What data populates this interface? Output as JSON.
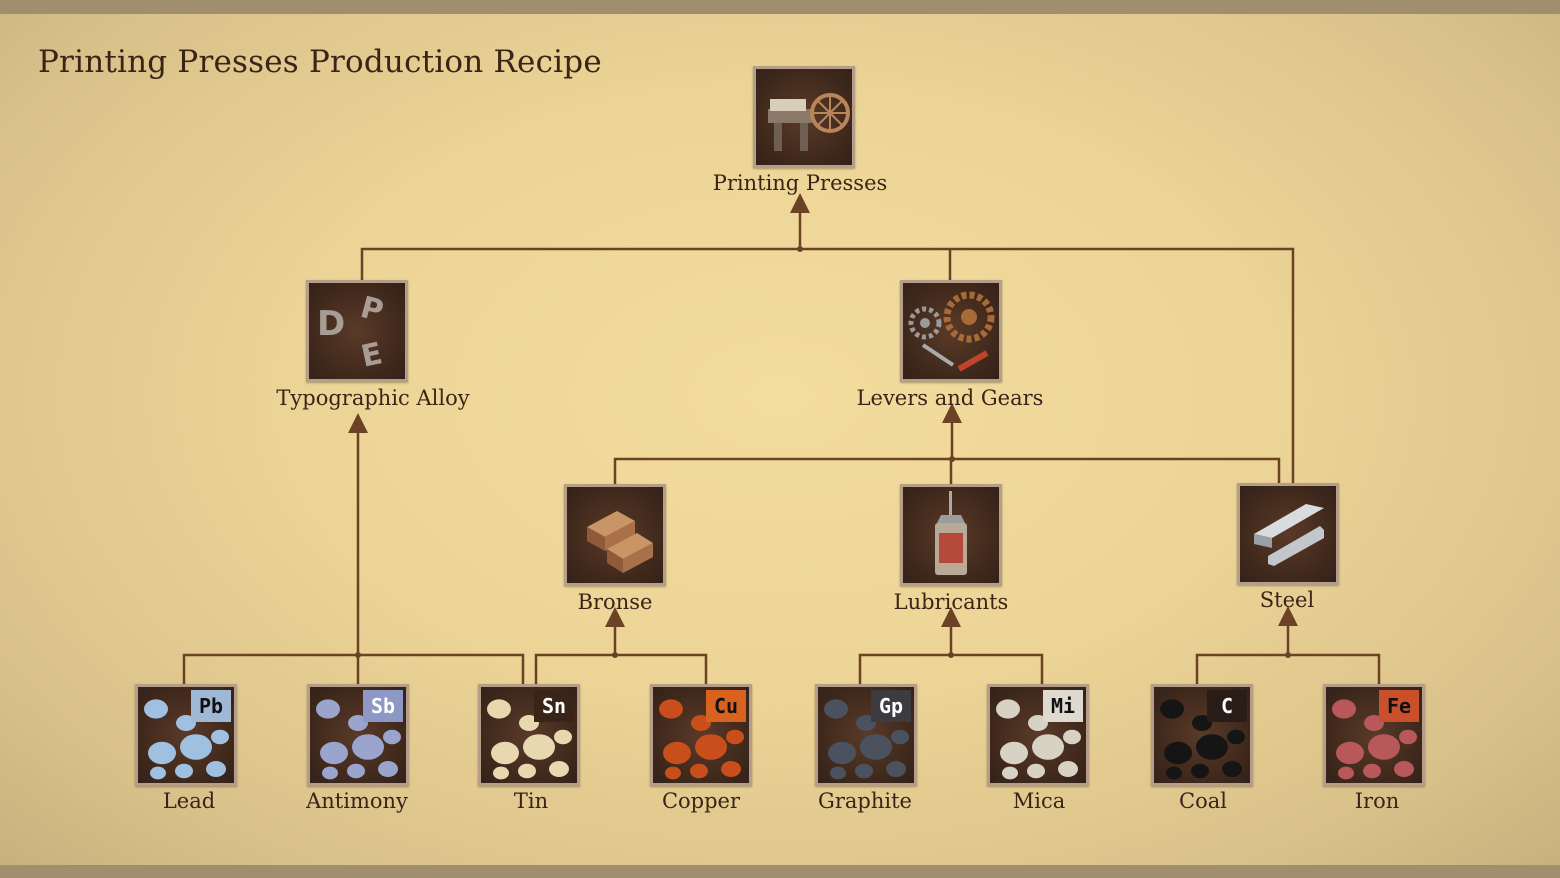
{
  "title": "Printing Presses Production Recipe",
  "line_color": "#6b4226",
  "nodes": {
    "printing_presses": {
      "label": "Printing Presses",
      "icon": "printing-press-icon"
    },
    "typographic_alloy": {
      "label": "Typographic Alloy",
      "icon": "type-letters-icon"
    },
    "levers_and_gears": {
      "label": "Levers and Gears",
      "icon": "gears-icon"
    },
    "bronse": {
      "label": "Bronse",
      "icon": "ingots-icon"
    },
    "lubricants": {
      "label": "Lubricants",
      "icon": "oil-can-icon"
    },
    "steel": {
      "label": "Steel",
      "icon": "steel-beams-icon"
    },
    "lead": {
      "label": "Lead",
      "symbol": "Pb",
      "color": "#9fb8d6"
    },
    "antimony": {
      "label": "Antimony",
      "symbol": "Sb",
      "color": "#8e98c4"
    },
    "tin": {
      "label": "Tin",
      "symbol": "Sn",
      "color": "#3a2418"
    },
    "copper": {
      "label": "Copper",
      "symbol": "Cu",
      "color": "#d9621f"
    },
    "graphite": {
      "label": "Graphite",
      "symbol": "Gp",
      "color": "#3b3b40"
    },
    "mica": {
      "label": "Mica",
      "symbol": "Mi",
      "color": "#dedad0"
    },
    "coal": {
      "label": "Coal",
      "symbol": "C",
      "color": "#2a1c16"
    },
    "iron": {
      "label": "Iron",
      "symbol": "Fe",
      "color": "#c9502a"
    }
  }
}
